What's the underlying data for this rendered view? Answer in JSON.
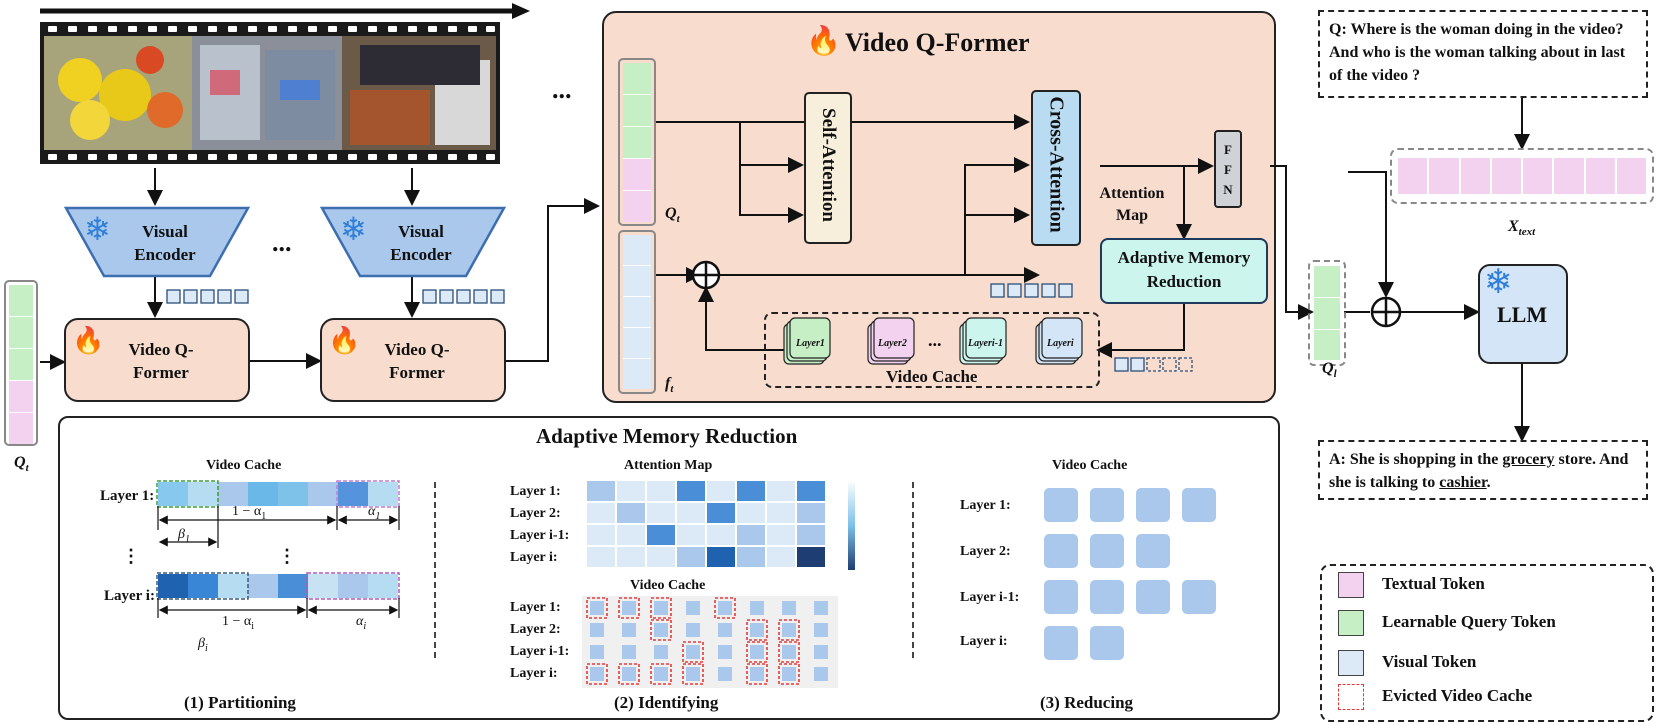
{
  "left": {
    "encoder_label": "Visual Encoder",
    "qformer_label": "Video Q-Former",
    "dots": "...",
    "qt_label": "Q",
    "qt_sub": "t"
  },
  "detail": {
    "title": "Video Q-Former",
    "self_attention": "Self-Attention",
    "cross_attention": "Cross-Attention",
    "ffn": "F F N",
    "attention_map": "Attention Map",
    "amr": "Adaptive Memory Reduction",
    "video_cache": "Video Cache",
    "qt_label": "Q",
    "qt_sub": "t",
    "ft_label": "f",
    "ft_sub": "t",
    "cache_layers": [
      "Layer1",
      "Layer2",
      "...",
      "Layeri-1",
      "Layeri"
    ]
  },
  "right": {
    "question": "Q: Where is the woman doing in the video? And who is the woman talking about in last of the video ?",
    "xtext_label": "X",
    "xtext_sub": "text",
    "ql_label": "Q",
    "ql_sub": "l",
    "llm_label": "LLM",
    "answer_pre": "A: She is shopping in the ",
    "answer_word1": "grocery",
    "answer_mid": " store. And she is talking to ",
    "answer_word2": "cashier",
    "answer_post": "."
  },
  "amr_panel": {
    "title": "Adaptive Memory Reduction",
    "partition": {
      "header": "Video Cache",
      "rows": [
        "Layer 1:",
        "Layer i:"
      ],
      "one_minus_alpha_1": "1 − α",
      "alpha": "α",
      "beta": "β",
      "sub_1": "1",
      "sub_i": "i",
      "vdots": "⋮",
      "caption": "(1) Partitioning"
    },
    "identify": {
      "header_map": "Attention Map",
      "header_cache": "Video Cache",
      "rows": [
        "Layer 1:",
        "Layer 2:",
        "Layer i-1:",
        "Layer i:"
      ],
      "caption": "(2) Identifying"
    },
    "reduce": {
      "header": "Video Cache",
      "rows": [
        "Layer 1:",
        "Layer 2:",
        "Layer i-1:",
        "Layer i:"
      ],
      "counts": [
        4,
        3,
        4,
        2
      ],
      "caption": "(3) Reducing"
    }
  },
  "legend": {
    "items": [
      {
        "label": "Textual Token",
        "color": "#f2d2ee"
      },
      {
        "label": "Learnable Query Token",
        "color": "#c6efc6"
      },
      {
        "label": "Visual Token",
        "color": "#dce9f6"
      },
      {
        "label": "Evicted Video Cache",
        "color": "#ffffff"
      }
    ]
  },
  "colors": {
    "qformer_fill": "#f8ddcf",
    "encoder_fill": "#a9c8ec",
    "cross_fill": "#b9dcf3",
    "amr_fill": "#ccf5ee",
    "self_fill": "#f7efdc",
    "llm_fill": "#d3e5f6",
    "learnable": "#c6efc6",
    "textual": "#f2d2ee",
    "visual": "#dce9f6",
    "evict": "#e23a3a"
  }
}
